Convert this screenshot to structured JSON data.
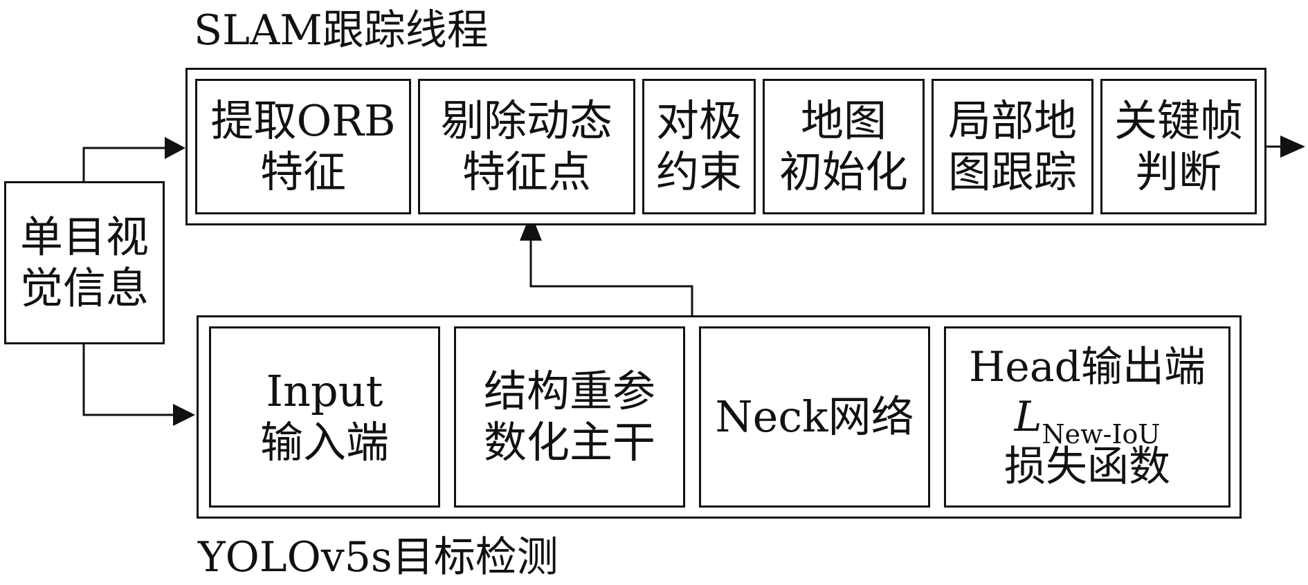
{
  "slam": {
    "title": "SLAM跟踪线程",
    "blocks": [
      {
        "line1": "提取ORB",
        "line2": "特征"
      },
      {
        "line1": "剔除动态",
        "line2": "特征点"
      },
      {
        "line1": "对极",
        "line2": "约束"
      },
      {
        "line1": "地图",
        "line2": "初始化"
      },
      {
        "line1": "局部地",
        "line2": "图跟踪"
      },
      {
        "line1": "关键帧",
        "line2": "判断"
      }
    ]
  },
  "input_box": {
    "line1": "单目视",
    "line2": "觉信息"
  },
  "yolo": {
    "title": "YOLOv5s目标检测",
    "blocks": [
      {
        "line1": "Input",
        "line2": "输入端"
      },
      {
        "line1": "结构重参",
        "line2": "数化主干"
      },
      {
        "line1": "Neck网络"
      },
      {
        "line1": "Head输出端",
        "loss_symbol": "L",
        "loss_subscript": "New-IoU",
        "line3": "损失函数"
      }
    ]
  }
}
